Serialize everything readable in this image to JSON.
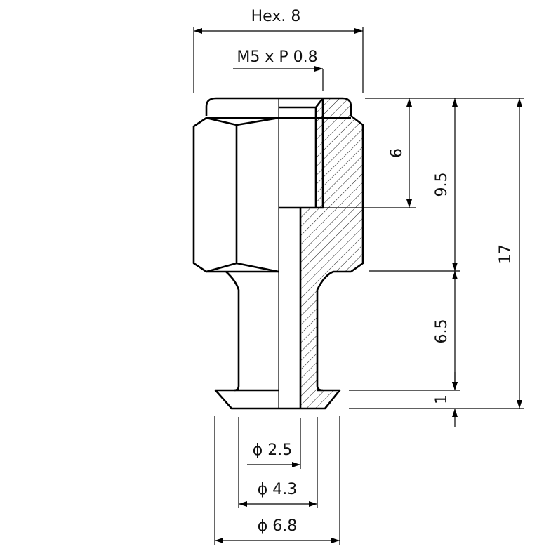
{
  "drawing": {
    "title": "Hex nut fitting, half section",
    "colors": {
      "line": "#000000",
      "background": "#ffffff"
    }
  },
  "dimensions": {
    "hex": "Hex. 8",
    "thread": "M5 x P 0.8",
    "thread_depth": "6",
    "hex_height": "9.5",
    "overall_height": "17",
    "neck_height": "6.5",
    "flange_height": "1",
    "bore_diameter": "ϕ 2.5",
    "neck_diameter": "ϕ 4.3",
    "flange_diameter": "ϕ 6.8"
  }
}
